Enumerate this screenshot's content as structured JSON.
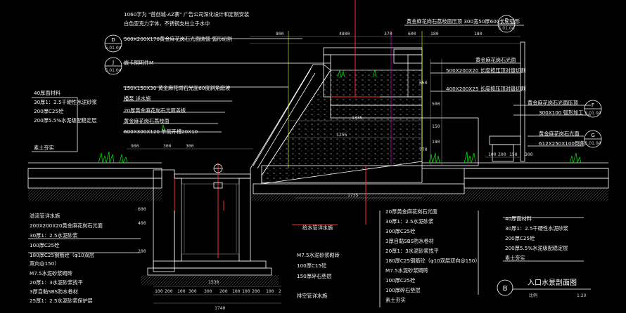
{
  "drawing": {
    "title": "入口水景剖面图",
    "scale_label": "比例",
    "scale_value": "1:20",
    "section_mark": "B"
  },
  "callouts": [
    {
      "letter": "D",
      "sheet": "5.01.04"
    },
    {
      "letter": "J",
      "sheet": "5.01.04"
    },
    {
      "letter": "E",
      "sheet": "5.01.04"
    },
    {
      "letter": "F",
      "sheet": "5.01.04"
    },
    {
      "letter": "G",
      "sheet": "5.01.04"
    }
  ],
  "notes_top_left": [
    "1060字为 \"首创城·AZ寨\" 广告公司深化设计和定制安装",
    "白色亚克力字体，不锈钢支柱立于水中",
    "500X200X170黄金麻花岗石光面拋弧 弧形切割",
    "嵌卡照明件M",
    "150X150X30 黄金麻花岗石光面60度斜角磨坡",
    "播泵 详水施",
    "20厚黄金麻花岗石光面盖板",
    "黄金麻花岗石荔枝面",
    "600X300X120 单侧开槽20X10"
  ],
  "notes_top_right": [
    "黄金麻花岗石荔枝面压顶 300宽50厚600长切弧形",
    "黄金麻花岗石光面",
    "500X200X20 长度按压顶对缝切割",
    "400X200X25 长度按压顶对缝切割",
    "黄金麻花岗石光面压顶",
    "300X100 弧形加工",
    "黄金麻花岗石光面",
    "612X250X100倒角"
  ],
  "layers_left_top": [
    "40厚面材料",
    "30厚1：2.5干硬性水泥砂浆",
    "200厚C25砼",
    "200厚5.5%水泥级配稳定层",
    "素土夯实"
  ],
  "layers_left_bottom": [
    "溢流管详水施",
    "200X200X20黄金麻花岗石光面",
    "30厚1：2.5水泥砂浆",
    "100厚C25砼",
    "180厚C25钢筋砼（φ10双层",
    "双向@150）",
    "M7.5水泥砂浆砌砖",
    "20厚1：3水泥砂浆找平",
    "3厚自黏SBS防水卷材",
    "25厚1：2.5水泥砂浆保护层"
  ],
  "layers_center": [
    "给水管详水施",
    "M7.5水泥砂浆砌砖",
    "100厚C15砼",
    "150厚碎石垫层",
    "排空管详水施"
  ],
  "layers_center_right": [
    "20厚黄金麻花岗石光面",
    "30厚1：2.5水泥砂浆",
    "300厚C25砼",
    "3厚自黏SBS防水卷材",
    "20厚1：3水泥砂浆找平",
    "180厚C25钢筋砼（φ10双层双向@150）",
    "M7.5水泥砂浆砌砖",
    "100厚C25砼",
    "100厚碎石垫层",
    "素土夯实"
  ],
  "layers_right": [
    "40厚面材料",
    "30厚1：2.5干硬性水泥砂浆",
    "200厚C25砼",
    "200厚5.5%水泥级配稳定层",
    "素土夯实"
  ],
  "dims_top": [
    "800",
    "4800",
    "370",
    "600",
    "180",
    "180"
  ],
  "dims_mid": [
    "1335",
    "1255",
    "1735",
    "770",
    "650",
    "500",
    "150",
    "180"
  ],
  "dims_left": [
    "900",
    "300",
    "300",
    "600",
    "400",
    "200"
  ],
  "dims_bottom": [
    "100",
    "200",
    "100",
    "300",
    "300",
    "200",
    "100",
    "100",
    "200",
    "100",
    "1740",
    "1530",
    "2"
  ],
  "dims_right": [
    "100",
    "200",
    "150",
    "300"
  ],
  "colors": {
    "background": "#000000",
    "text": "#ffffff",
    "leader": "#ff2b2b",
    "planting": "#00d800",
    "hatch": "#8a8a8a"
  }
}
